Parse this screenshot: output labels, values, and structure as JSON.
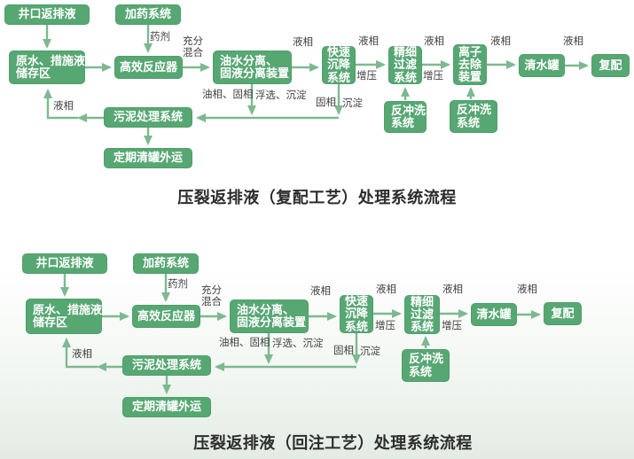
{
  "colors": {
    "node_green": "#57a773",
    "arrow_green": "#7db990",
    "label_gray": "#3f3f3f",
    "title_dark": "#2c2c2c"
  },
  "flow1": {
    "title": "压裂返排液（复配工艺）处理系统流程",
    "nodes": {
      "wellhead": "井口返排液",
      "dosing": "加药系统",
      "storage": [
        "原水、措施液",
        "储存区"
      ],
      "reactor": "高效反应器",
      "separator": [
        "油水分离、",
        "固液分离装置"
      ],
      "settling": [
        "快速",
        "沉降",
        "系统"
      ],
      "fine_filter": [
        "精细",
        "过滤",
        "系统"
      ],
      "ion_removal": [
        "离子",
        "去除",
        "装置"
      ],
      "clean_tank": "清水罐",
      "compound": "复配",
      "backwash_filter": [
        "反冲洗",
        "系统"
      ],
      "backwash_ion": [
        "反冲洗",
        "系统"
      ],
      "sludge": "污泥处理系统",
      "tank_cleaning": "定期清罐外运"
    },
    "labels": {
      "chemical": "药剂",
      "mixing": [
        "充分",
        "混合"
      ],
      "liquid_sep": "液相",
      "liquid_settle": "液相",
      "boost_settle": "增压",
      "liquid_filter": "液相",
      "boost_filter": "增压",
      "liquid_ion": "液相",
      "liquid_tank": "液相",
      "oil_solid": "油相、固相",
      "flotation": "浮选、沉淀",
      "solid": "固相",
      "sediment": "沉淀",
      "liquid_return": "液相"
    }
  },
  "flow2": {
    "title": "压裂返排液（回注工艺）处理系统流程",
    "nodes": {
      "wellhead": "井口返排液",
      "dosing": "加药系统",
      "storage": [
        "原水、措施液",
        "储存区"
      ],
      "reactor": "高效反应器",
      "separator": [
        "油水分离、",
        "固液分离装置"
      ],
      "settling": [
        "快速",
        "沉降",
        "系统"
      ],
      "fine_filter": [
        "精细",
        "过滤",
        "系统"
      ],
      "clean_tank": "清水罐",
      "compound": "复配",
      "backwash_filter": [
        "反冲洗",
        "系统"
      ],
      "sludge": "污泥处理系统",
      "tank_cleaning": "定期清罐外运"
    },
    "labels": {
      "chemical": "药剂",
      "mixing": [
        "充分",
        "混合"
      ],
      "liquid_sep": "液相",
      "liquid_settle": "液相",
      "boost_settle": "增压",
      "liquid_filter": "液相",
      "boost_filter": "增压",
      "liquid_tank": "液相",
      "oil_solid": "油相、固相",
      "flotation": "浮选、沉淀",
      "solid": "固相",
      "sediment": "沉淀",
      "liquid_return": "液相"
    }
  }
}
